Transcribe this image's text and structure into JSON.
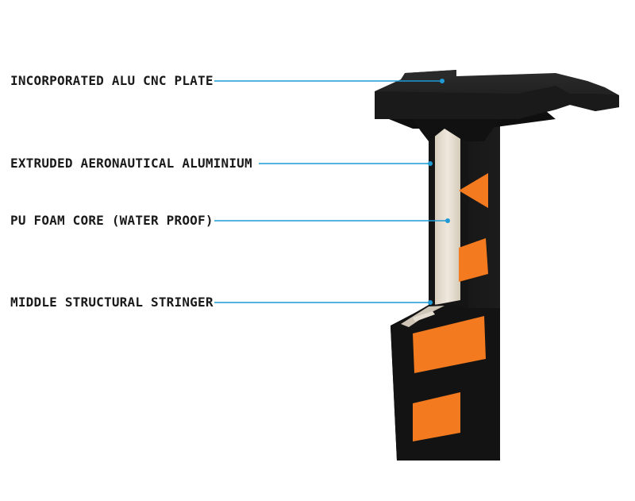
{
  "labels": [
    "INCORPORATED ALU CNC PLATE",
    "EXTRUDED AERONAUTICAL ALUMINIUM",
    "PU FOAM CORE (WATER PROOF)",
    "MIDDLE STRUCTURAL STRINGER"
  ],
  "colors": {
    "leader": "#1f9ad6",
    "body": "#141414",
    "plate_top": "#232323",
    "accent": "#f37a1f",
    "foam": "#e8dfd2",
    "text": "#1a1a1a"
  }
}
